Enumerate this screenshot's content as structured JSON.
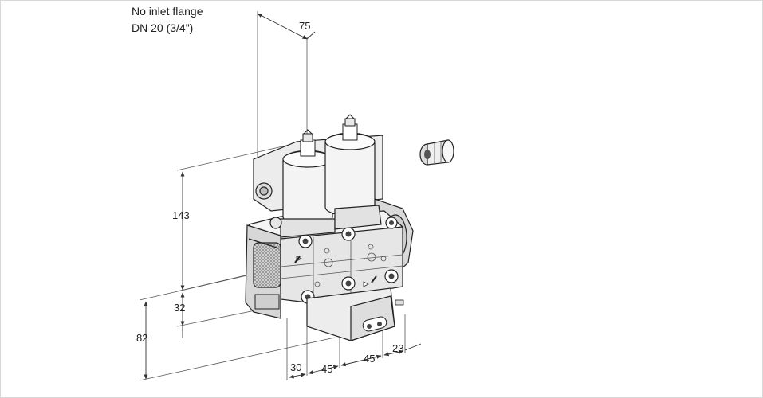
{
  "notes": {
    "line1": "No inlet flange",
    "line2": "DN 20 (3/4\")"
  },
  "dimensions": {
    "d75": "75",
    "d143": "143",
    "d32": "32",
    "d82": "82",
    "d30": "30",
    "d45a": "45",
    "d45b": "45",
    "d23": "23"
  },
  "colors": {
    "line": "#333333",
    "body_light": "#f2f2f2",
    "body_mid": "#dcdcdc",
    "body_dark": "#8a8a8a",
    "frame": "#d8d8d8"
  }
}
